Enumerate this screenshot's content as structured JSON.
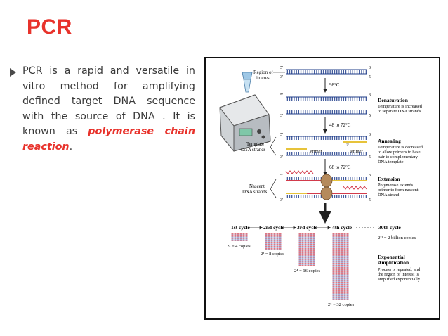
{
  "title": "PCR",
  "paragraph": {
    "text": "PCR is a rapid and versatile in vitro method for amplifying defined target DNA sequence with the source of DNA . It is known as ",
    "highlight": "polymerase chain reaction",
    "end": "."
  },
  "figure": {
    "region_of_interest": [
      "Region of",
      "interest"
    ],
    "template_strands": [
      "Template",
      "DNA strands"
    ],
    "nascent_strands": [
      "Nascent",
      "DNA strands"
    ],
    "prime5": "5'",
    "prime3": "3'",
    "temp1": "98°C",
    "temp2": "48 to 72°C",
    "temp3": "68 to 72°C",
    "primer": "Primer",
    "steps": [
      {
        "title": "Denaturation",
        "lines": [
          "Temperature is increased",
          "to separate DNA strands"
        ]
      },
      {
        "title": "Annealing",
        "lines": [
          "Temperature is decreased",
          "to allow primers to base",
          "pair to complementary",
          "DNA template"
        ]
      },
      {
        "title": "Extension",
        "lines": [
          "Polymerase extends",
          "primer to form nascent",
          "DNA strand"
        ]
      }
    ],
    "cycles": [
      "1st cycle",
      "2nd cycle",
      "3rd cycle",
      "4th cycle",
      "30th cycle"
    ],
    "copies": [
      "2² = 4 copies",
      "2³ = 8 copies",
      "2⁴ = 16 copies",
      "2⁵ = 32 copies",
      "2³¹ = 2 billion copies"
    ],
    "exponential": {
      "title": [
        "Exponential",
        "Amplification"
      ],
      "lines": [
        "Process is repeated, and",
        "the region of interest is",
        "amplified exponentially"
      ]
    }
  }
}
